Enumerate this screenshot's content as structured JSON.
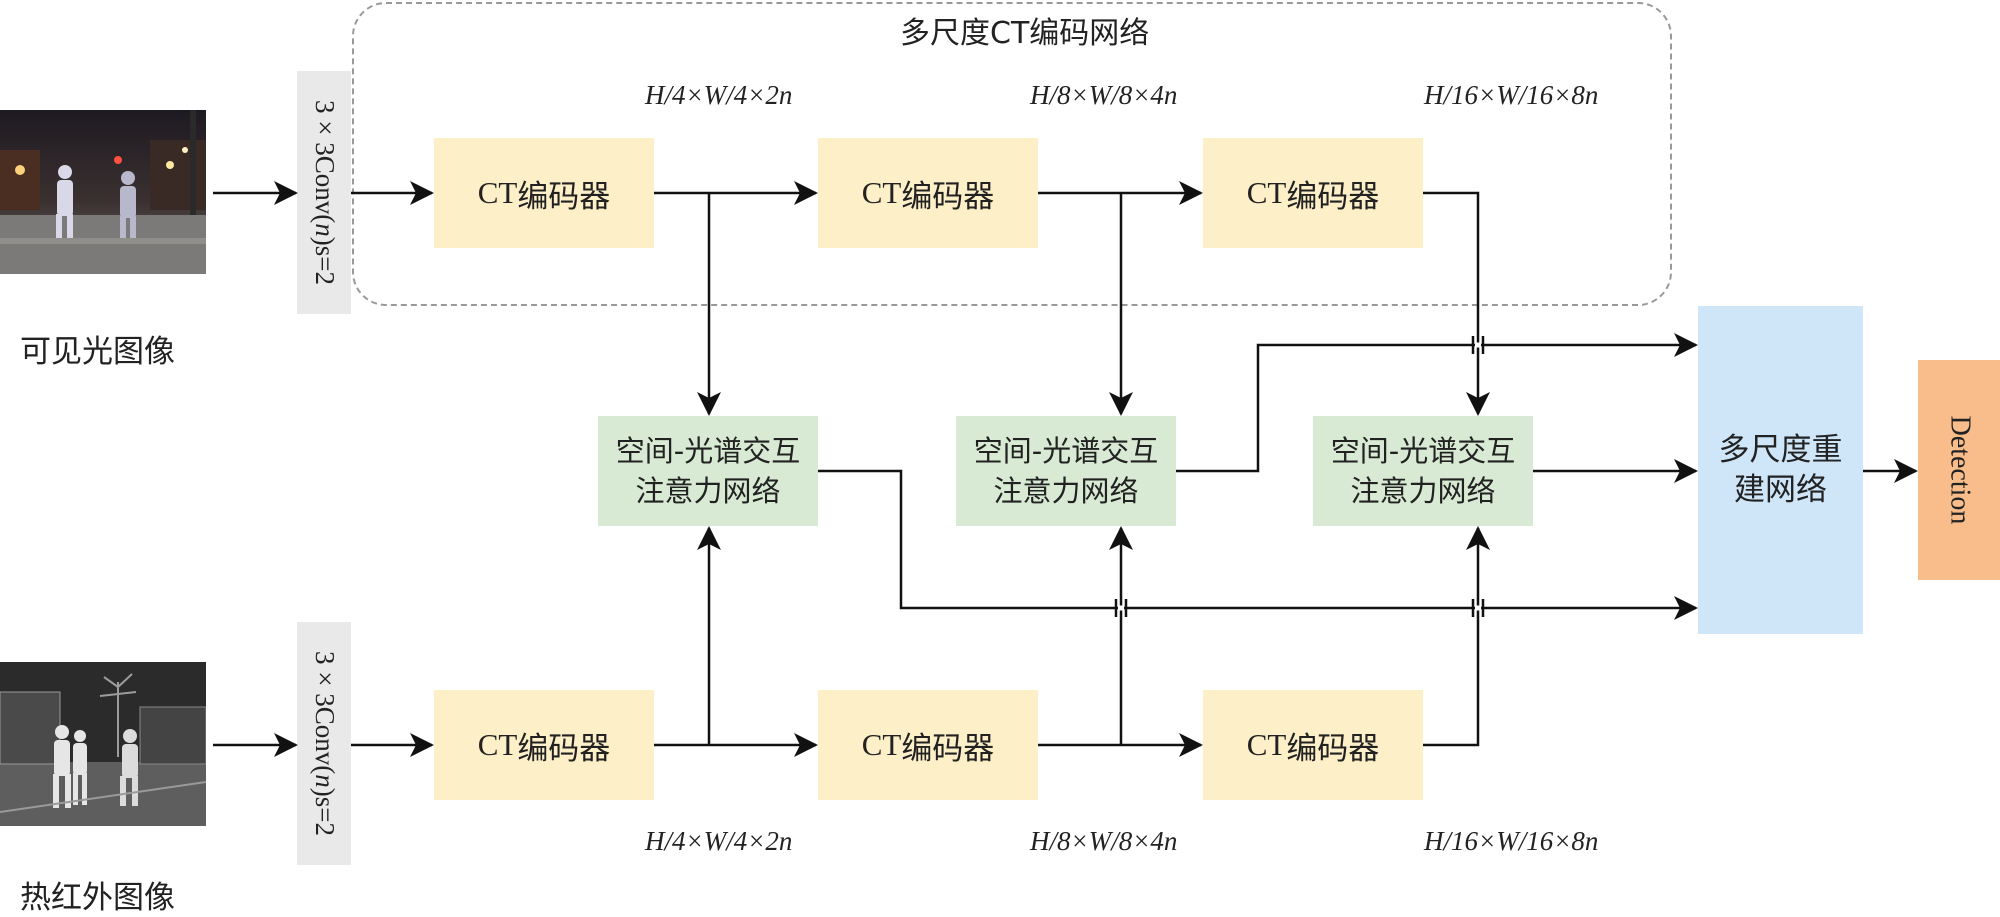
{
  "encoder_group": {
    "title": "多尺度CT编码网络"
  },
  "inputs": {
    "visible": {
      "label": "可见光图像"
    },
    "thermal": {
      "label": "热红外图像"
    }
  },
  "conv": {
    "label_prefix": "3 × 3Conv(",
    "label_n": "n",
    "label_suffix": ")s=2"
  },
  "encoder": {
    "ct": "CT",
    "name": "编码器"
  },
  "attention": {
    "line1": "空间-光谱交互",
    "line2": "注意力网络"
  },
  "reconstruction": {
    "line1": "多尺度重",
    "line2": "建网络"
  },
  "output": {
    "label": "Detection"
  },
  "dims": {
    "level1": "H/4×W/4×2n",
    "level2": "H/8×W/8×4n",
    "level3": "H/16×W/16×8n"
  },
  "colors": {
    "encoder_fill": "#fdf0c8",
    "attention_fill": "#d8ead3",
    "reconstruction_fill": "#cfe5f8",
    "detection_fill": "#f8bd8a",
    "conv_fill": "#e9e9e9"
  }
}
